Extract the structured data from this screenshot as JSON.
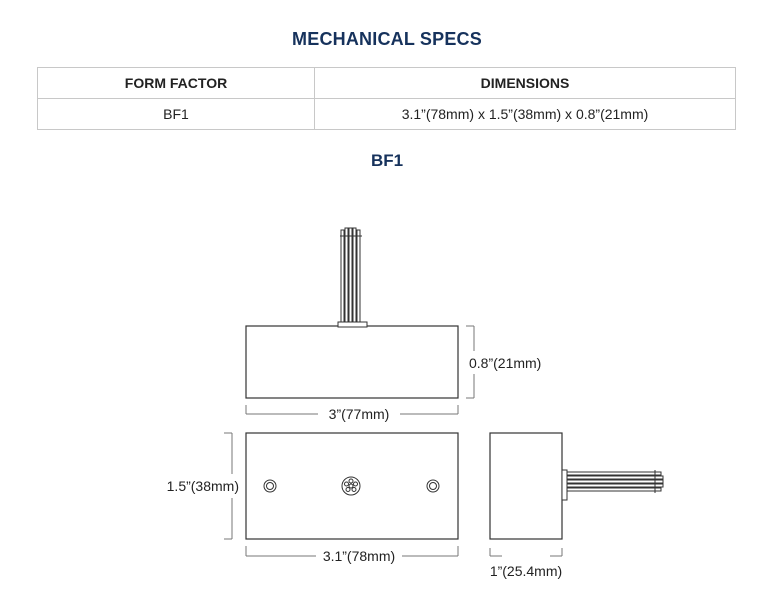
{
  "title": "MECHANICAL SPECS",
  "table": {
    "headers": [
      "FORM FACTOR",
      "DIMENSIONS"
    ],
    "rows": [
      [
        "BF1",
        "3.1”(78mm) x 1.5”(38mm) x 0.8”(21mm)"
      ]
    ]
  },
  "drawing": {
    "title": "BF1",
    "height_label": "0.8”(21mm)",
    "side_width_label": "3”(77mm)",
    "front_height_label": "1.5”(38mm)",
    "front_width_label": "3.1”(78mm)",
    "end_width_label": "1”(25.4mm)"
  }
}
